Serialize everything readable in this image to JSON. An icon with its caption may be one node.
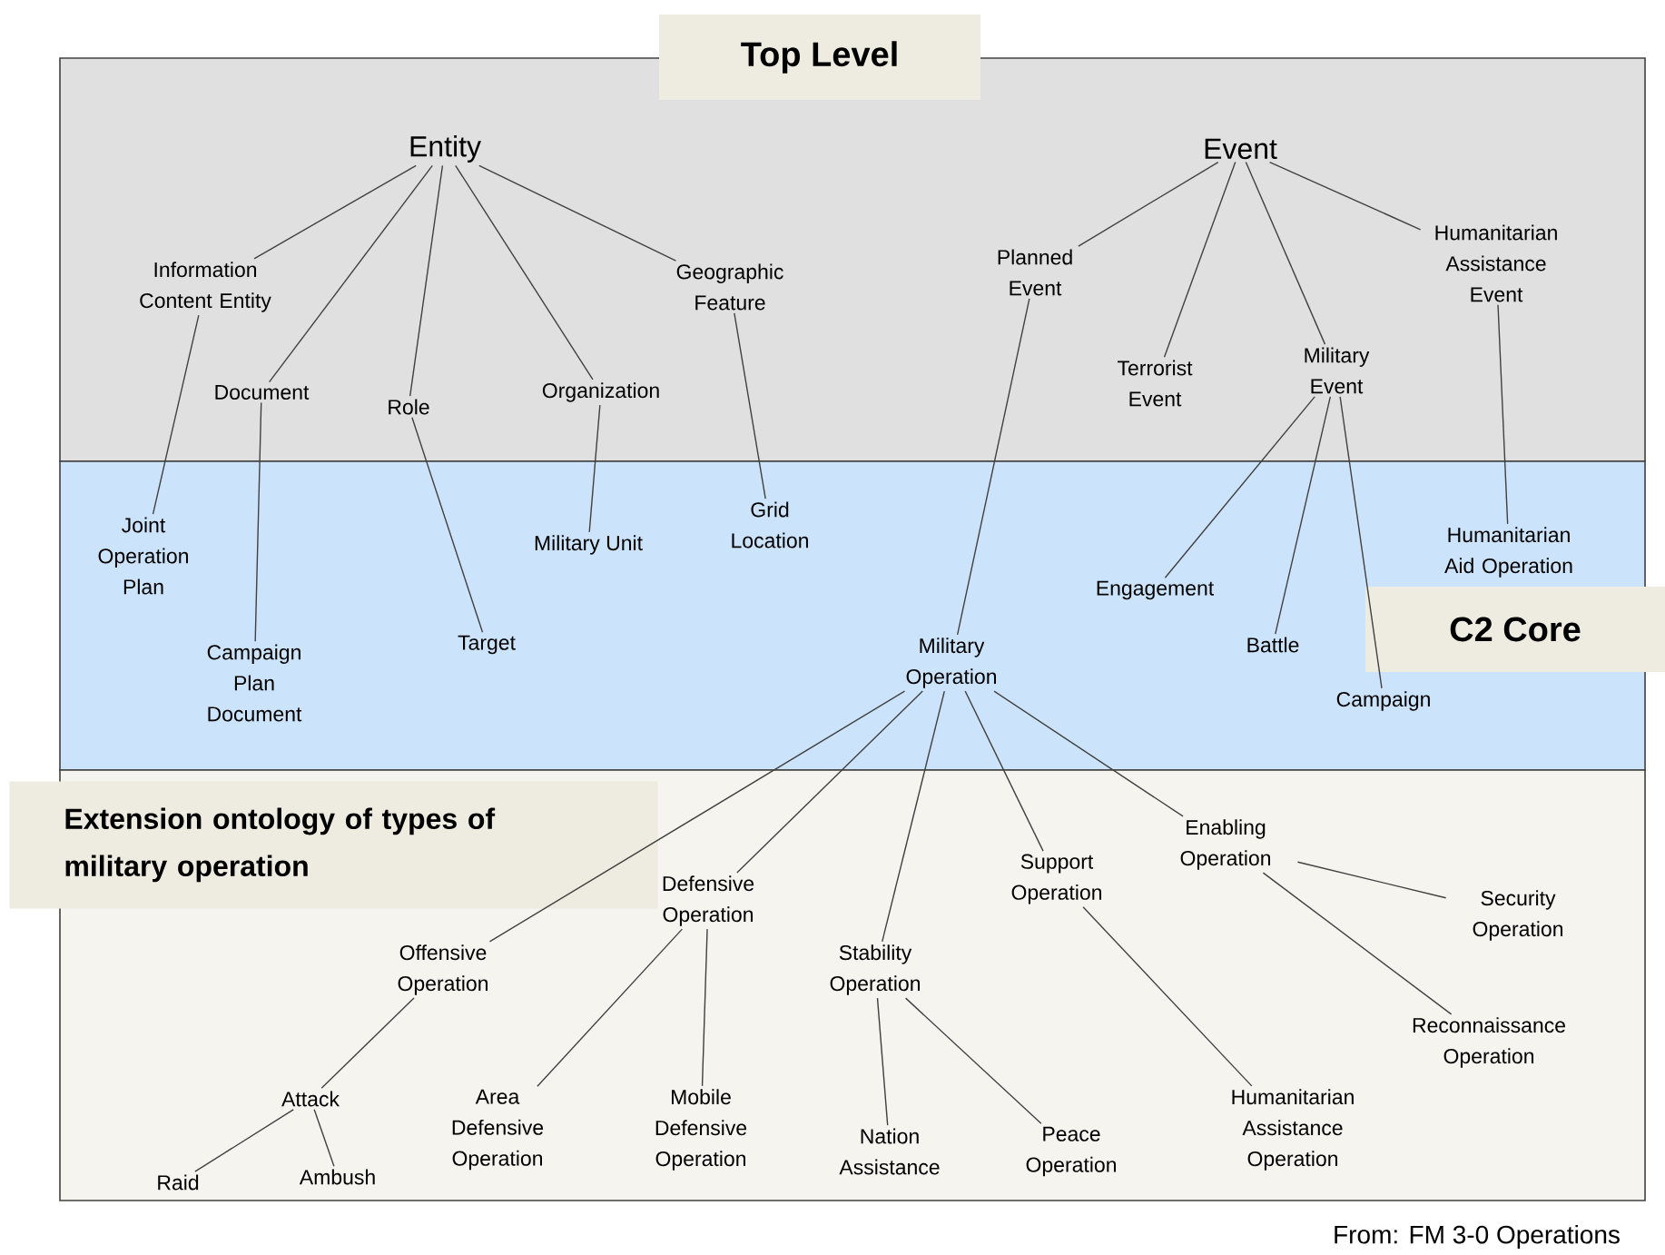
{
  "diagram": {
    "caption": "From: FM 3-0 Operations",
    "nodes": [
      {
        "text": [
          "Top Level"
        ]
      },
      {
        "text": [
          "C2 Core"
        ]
      },
      {
        "text": [
          "Extension ontology of types of military operation"
        ]
      },
      {
        "text": [
          "Entity"
        ],
        "in": 0
      },
      {
        "text": [
          "Event"
        ],
        "in": 0
      },
      {
        "text": [
          "Information Content Entity"
        ],
        "in": 0
      },
      {
        "text": [
          "Document"
        ],
        "in": 0
      },
      {
        "text": [
          "Role"
        ],
        "in": 0
      },
      {
        "text": [
          "Organization"
        ],
        "in": 0
      },
      {
        "text": [
          "Geographic Feature"
        ],
        "in": 0
      },
      {
        "text": [
          "Planned Event"
        ],
        "in": 0
      },
      {
        "text": [
          "Terrorist Event"
        ],
        "in": 0
      },
      {
        "text": [
          "Military Event"
        ],
        "in": 0
      },
      {
        "text": [
          "Humanitarian Assistance Event"
        ],
        "in": 0
      },
      {
        "text": [
          "Joint Operation Plan"
        ],
        "in": 1
      },
      {
        "text": [
          "Campaign Plan Document"
        ],
        "in": 1
      },
      {
        "text": [
          "Target"
        ],
        "in": 1
      },
      {
        "text": [
          "Military Unit"
        ],
        "in": 1
      },
      {
        "text": [
          "Grid Location"
        ],
        "in": 1
      },
      {
        "text": [
          "Engagement"
        ],
        "in": 1
      },
      {
        "text": [
          "Battle"
        ],
        "in": 1
      },
      {
        "text": [
          "Campaign"
        ],
        "in": 1
      },
      {
        "text": [
          "Humanitarian Aid Operation"
        ],
        "in": 1
      },
      {
        "text": [
          "Military Operation"
        ],
        "in": 1
      },
      {
        "text": [
          "Offensive Operation"
        ],
        "in": 2
      },
      {
        "text": [
          "Defensive Operation"
        ],
        "in": 2
      },
      {
        "text": [
          "Stability Operation"
        ],
        "in": 2
      },
      {
        "text": [
          "Support Operation"
        ],
        "in": 2
      },
      {
        "text": [
          "Enabling Operation"
        ],
        "in": 2
      },
      {
        "text": [
          "Security Operation"
        ],
        "in": 2
      },
      {
        "text": [
          "Reconnaissance Operation"
        ],
        "in": 2
      },
      {
        "text": [
          "Attack"
        ],
        "in": 2
      },
      {
        "text": [
          "Area Defensive Operation"
        ],
        "in": 2
      },
      {
        "text": [
          "Mobile Defensive Operation"
        ],
        "in": 2
      },
      {
        "text": [
          "Nation Assistance"
        ],
        "in": 2
      },
      {
        "text": [
          "Peace Operation"
        ],
        "in": 2
      },
      {
        "text": [
          "Humanitarian Assistance Operation"
        ],
        "in": 2
      },
      {
        "text": [
          "Raid"
        ],
        "in": 2
      },
      {
        "text": [
          "Ambush"
        ],
        "in": 2
      }
    ],
    "edges": [
      {
        "from": 3,
        "to": 5,
        "arrow": "none"
      },
      {
        "from": 3,
        "to": 6,
        "arrow": "none"
      },
      {
        "from": 3,
        "to": 7,
        "arrow": "none"
      },
      {
        "from": 3,
        "to": 8,
        "arrow": "none"
      },
      {
        "from": 3,
        "to": 9,
        "arrow": "none"
      },
      {
        "from": 4,
        "to": 10,
        "arrow": "none"
      },
      {
        "from": 4,
        "to": 11,
        "arrow": "none"
      },
      {
        "from": 4,
        "to": 12,
        "arrow": "none"
      },
      {
        "from": 4,
        "to": 13,
        "arrow": "none"
      },
      {
        "from": 5,
        "to": 14,
        "arrow": "none"
      },
      {
        "from": 6,
        "to": 15,
        "arrow": "none"
      },
      {
        "from": 7,
        "to": 16,
        "arrow": "none"
      },
      {
        "from": 8,
        "to": 17,
        "arrow": "none"
      },
      {
        "from": 9,
        "to": 18,
        "arrow": "none"
      },
      {
        "from": 10,
        "to": 23,
        "arrow": "none"
      },
      {
        "from": 12,
        "to": 19,
        "arrow": "none"
      },
      {
        "from": 12,
        "to": 20,
        "arrow": "none"
      },
      {
        "from": 12,
        "to": 21,
        "arrow": "none"
      },
      {
        "from": 13,
        "to": 22,
        "arrow": "none"
      },
      {
        "from": 23,
        "to": 24,
        "arrow": "none"
      },
      {
        "from": 23,
        "to": 25,
        "arrow": "none"
      },
      {
        "from": 23,
        "to": 26,
        "arrow": "none"
      },
      {
        "from": 23,
        "to": 27,
        "arrow": "none"
      },
      {
        "from": 23,
        "to": 28,
        "arrow": "none"
      },
      {
        "from": 24,
        "to": 31,
        "arrow": "none"
      },
      {
        "from": 31,
        "to": 37,
        "arrow": "none"
      },
      {
        "from": 31,
        "to": 38,
        "arrow": "none"
      },
      {
        "from": 25,
        "to": 32,
        "arrow": "none"
      },
      {
        "from": 25,
        "to": 33,
        "arrow": "none"
      },
      {
        "from": 26,
        "to": 34,
        "arrow": "none"
      },
      {
        "from": 26,
        "to": 35,
        "arrow": "none"
      },
      {
        "from": 27,
        "to": 36,
        "arrow": "none"
      },
      {
        "from": 28,
        "to": 29,
        "arrow": "none"
      },
      {
        "from": 28,
        "to": 30,
        "arrow": "none"
      }
    ]
  }
}
